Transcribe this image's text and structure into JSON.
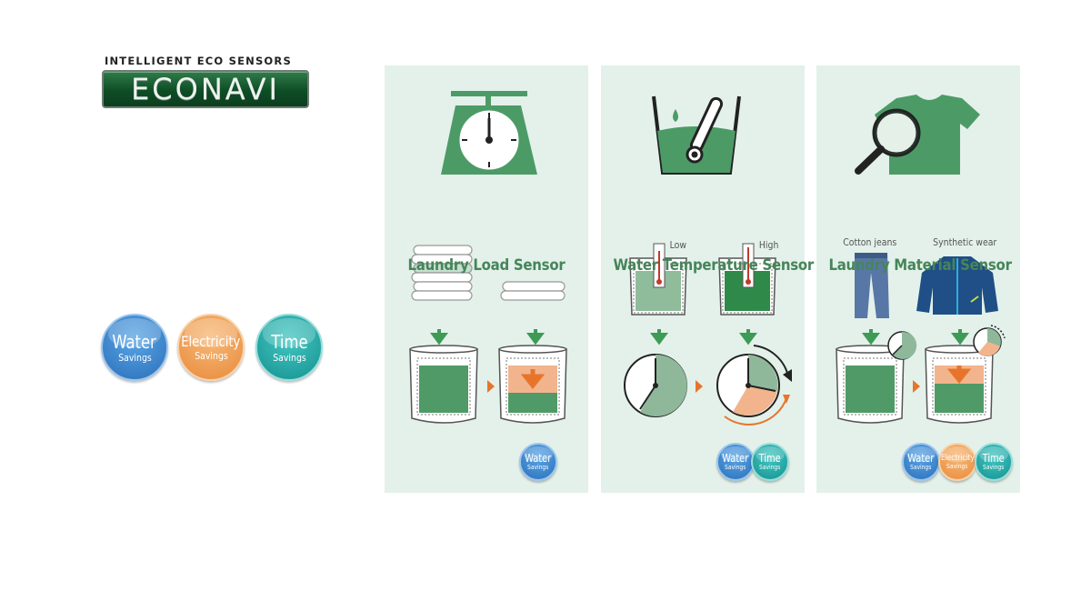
{
  "logo": {
    "tagline": "INTELLIGENT ECO SENSORS",
    "wordmark": "ECONAVI"
  },
  "badges": {
    "water": {
      "line1": "Water",
      "line2": "Savings"
    },
    "electricity": {
      "line1": "Electricity",
      "line2": "Savings"
    },
    "time": {
      "line1": "Time",
      "line2": "Savings"
    }
  },
  "sensors": [
    {
      "title": "Laundry Load Sensor",
      "icon": "scale-icon"
    },
    {
      "title": "Water Temperature Sensor",
      "icon": "thermometer-basin-icon",
      "labels": [
        "Low",
        "High"
      ]
    },
    {
      "title": "Laundry Material Sensor",
      "icon": "shirt-magnifier-icon",
      "labels": [
        "Cotton jeans",
        "Synthetic wear"
      ]
    }
  ],
  "colors": {
    "panel_bg": "#e3f1ea",
    "brand_green": "#46855a",
    "water_blue": "#2b6fb9",
    "electricity_orange": "#e88a3b",
    "time_teal": "#14918f"
  }
}
